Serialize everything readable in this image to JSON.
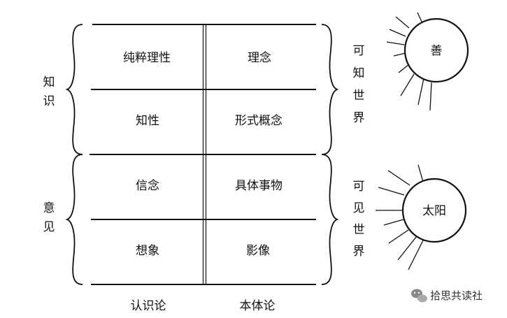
{
  "table": {
    "rows": [
      {
        "left": "纯粹理性",
        "right": "理念"
      },
      {
        "left": "知性",
        "right": "形式概念"
      },
      {
        "left": "信念",
        "right": "具体事物"
      },
      {
        "left": "想象",
        "right": "影像"
      }
    ],
    "column_labels": {
      "left": "认识论",
      "right": "本体论"
    }
  },
  "left_groups": [
    {
      "text": "知识"
    },
    {
      "text": "意见"
    }
  ],
  "right_groups": [
    {
      "text": "可知世界"
    },
    {
      "text": "可见世界"
    }
  ],
  "suns": [
    {
      "label": "善"
    },
    {
      "label": "太阳"
    }
  ],
  "watermark": {
    "text": "拾思共读社",
    "icon": "wechat-icon"
  }
}
